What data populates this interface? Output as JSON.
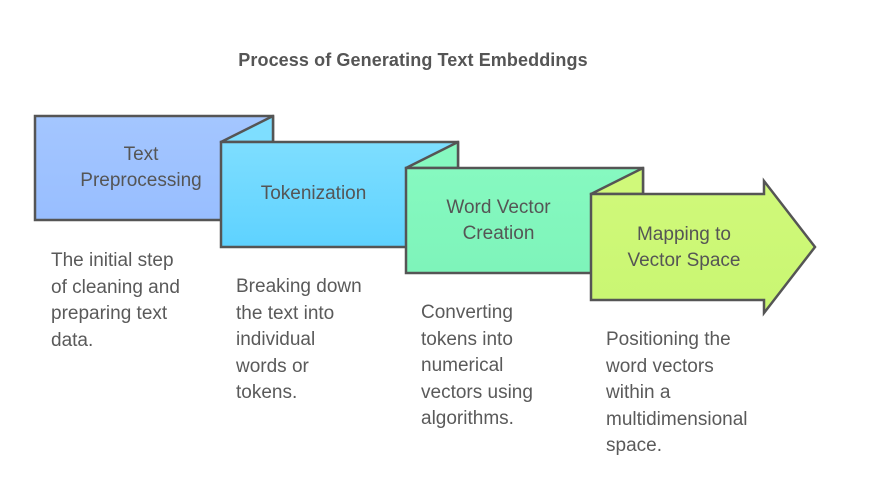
{
  "title": "Process of Generating Text Embeddings",
  "steps": [
    {
      "label": "Text\nPreprocessing",
      "description": "The initial step\nof cleaning and\npreparing text\ndata.",
      "color": "#A0C4FF"
    },
    {
      "label": "Tokenization",
      "description": "Breaking down\nthe text into\nindividual\nwords or\ntokens.",
      "color": "#78DCFF"
    },
    {
      "label": "Word Vector\nCreation",
      "description": "Converting\ntokens into\nnumerical\nvectors using\nalgorithms.",
      "color": "#84F8BE"
    },
    {
      "label": "Mapping to\nVector Space",
      "description": "Positioning the\nword vectors\nwithin a\nmultidimensional\nspace.",
      "color": "#CFF878"
    }
  ],
  "stroke_color": "#555555"
}
